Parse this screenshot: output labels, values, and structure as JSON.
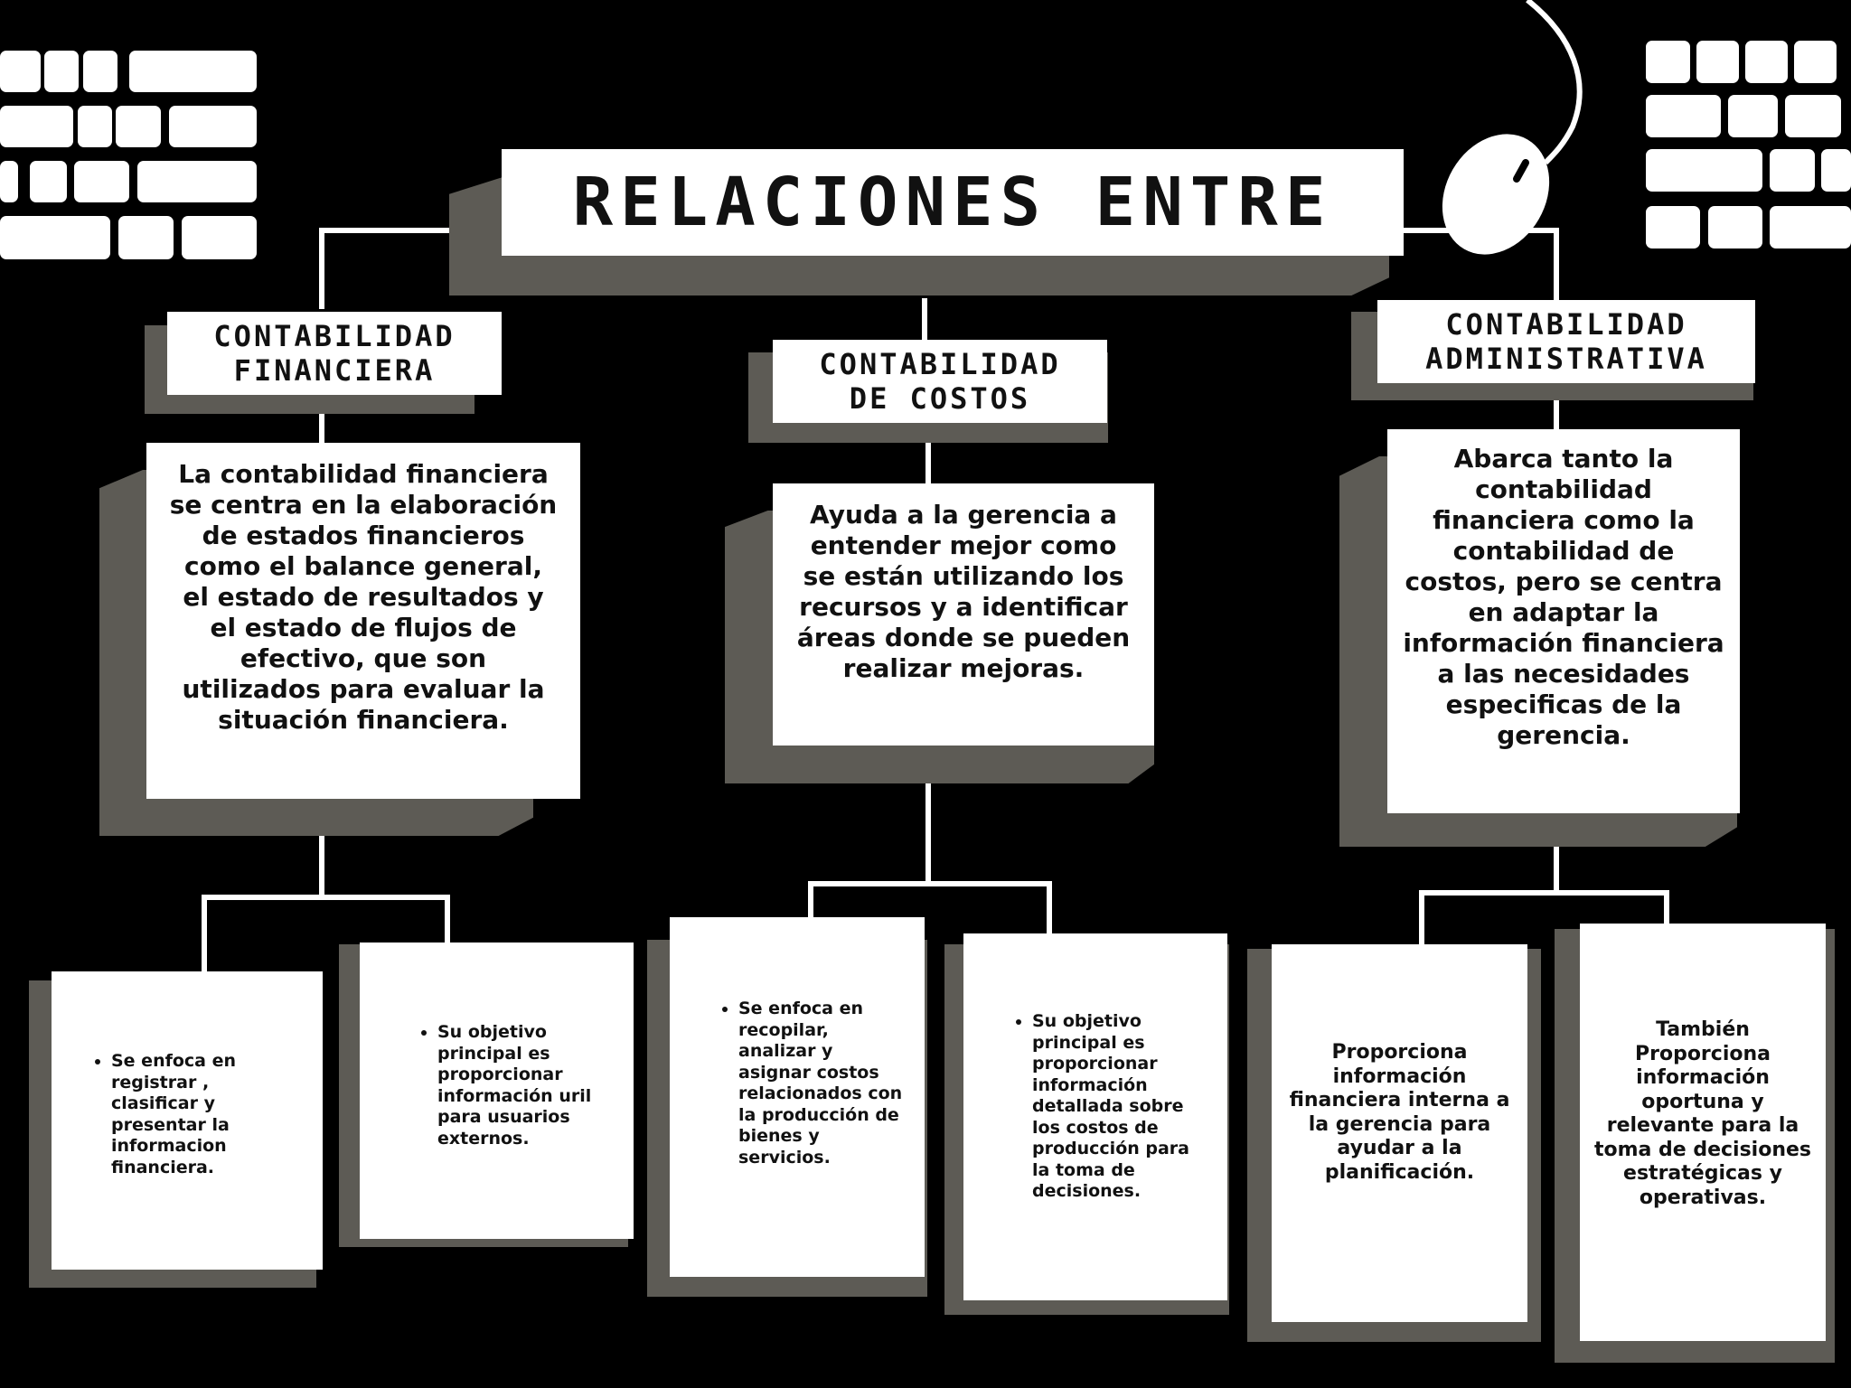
{
  "title": "RELACIONES ENTRE",
  "branches": [
    {
      "heading": "CONTABILIDAD\nFINANCIERA",
      "description": "La contabilidad financiera se centra en la elaboración de estados financieros como el balance general, el estado de resultados y el estado de flujos de efectivo, que son utilizados para evaluar la situación financiera.",
      "details": [
        "Se enfoca en registrar , clasificar y presentar la informacion financiera.",
        "Su objetivo principal es proporcionar información uril para usuarios externos."
      ]
    },
    {
      "heading": "CONTABILIDAD\nDE COSTOS",
      "description": "Ayuda a la gerencia a entender mejor como se están utilizando los recursos y a identificar áreas donde se pueden realizar mejoras.",
      "details": [
        "Se enfoca en recopilar, analizar y asignar costos relacionados con la producción de bienes y servicios.",
        "Su objetivo principal es proporcionar información detallada sobre los costos de producción para la toma de decisiones."
      ]
    },
    {
      "heading": "CONTABILIDAD\nADMINISTRATIVA",
      "description": "Abarca tanto la contabilidad financiera como la contabilidad de costos, pero se centra en adaptar la información financiera a las necesidades especificas de la gerencia.",
      "details": [
        "Proporciona información financiera interna a la gerencia para ayudar a la planificación.",
        "También Proporciona información oportuna y relevante para la toma de decisiones estratégicas y operativas."
      ]
    }
  ],
  "decorations": [
    "keyboard-icon",
    "mouse-icon",
    "keyboard-icon"
  ],
  "colors": {
    "background": "#000000",
    "box": "#ffffff",
    "shadow": "#5d5b55",
    "text": "#111111"
  }
}
